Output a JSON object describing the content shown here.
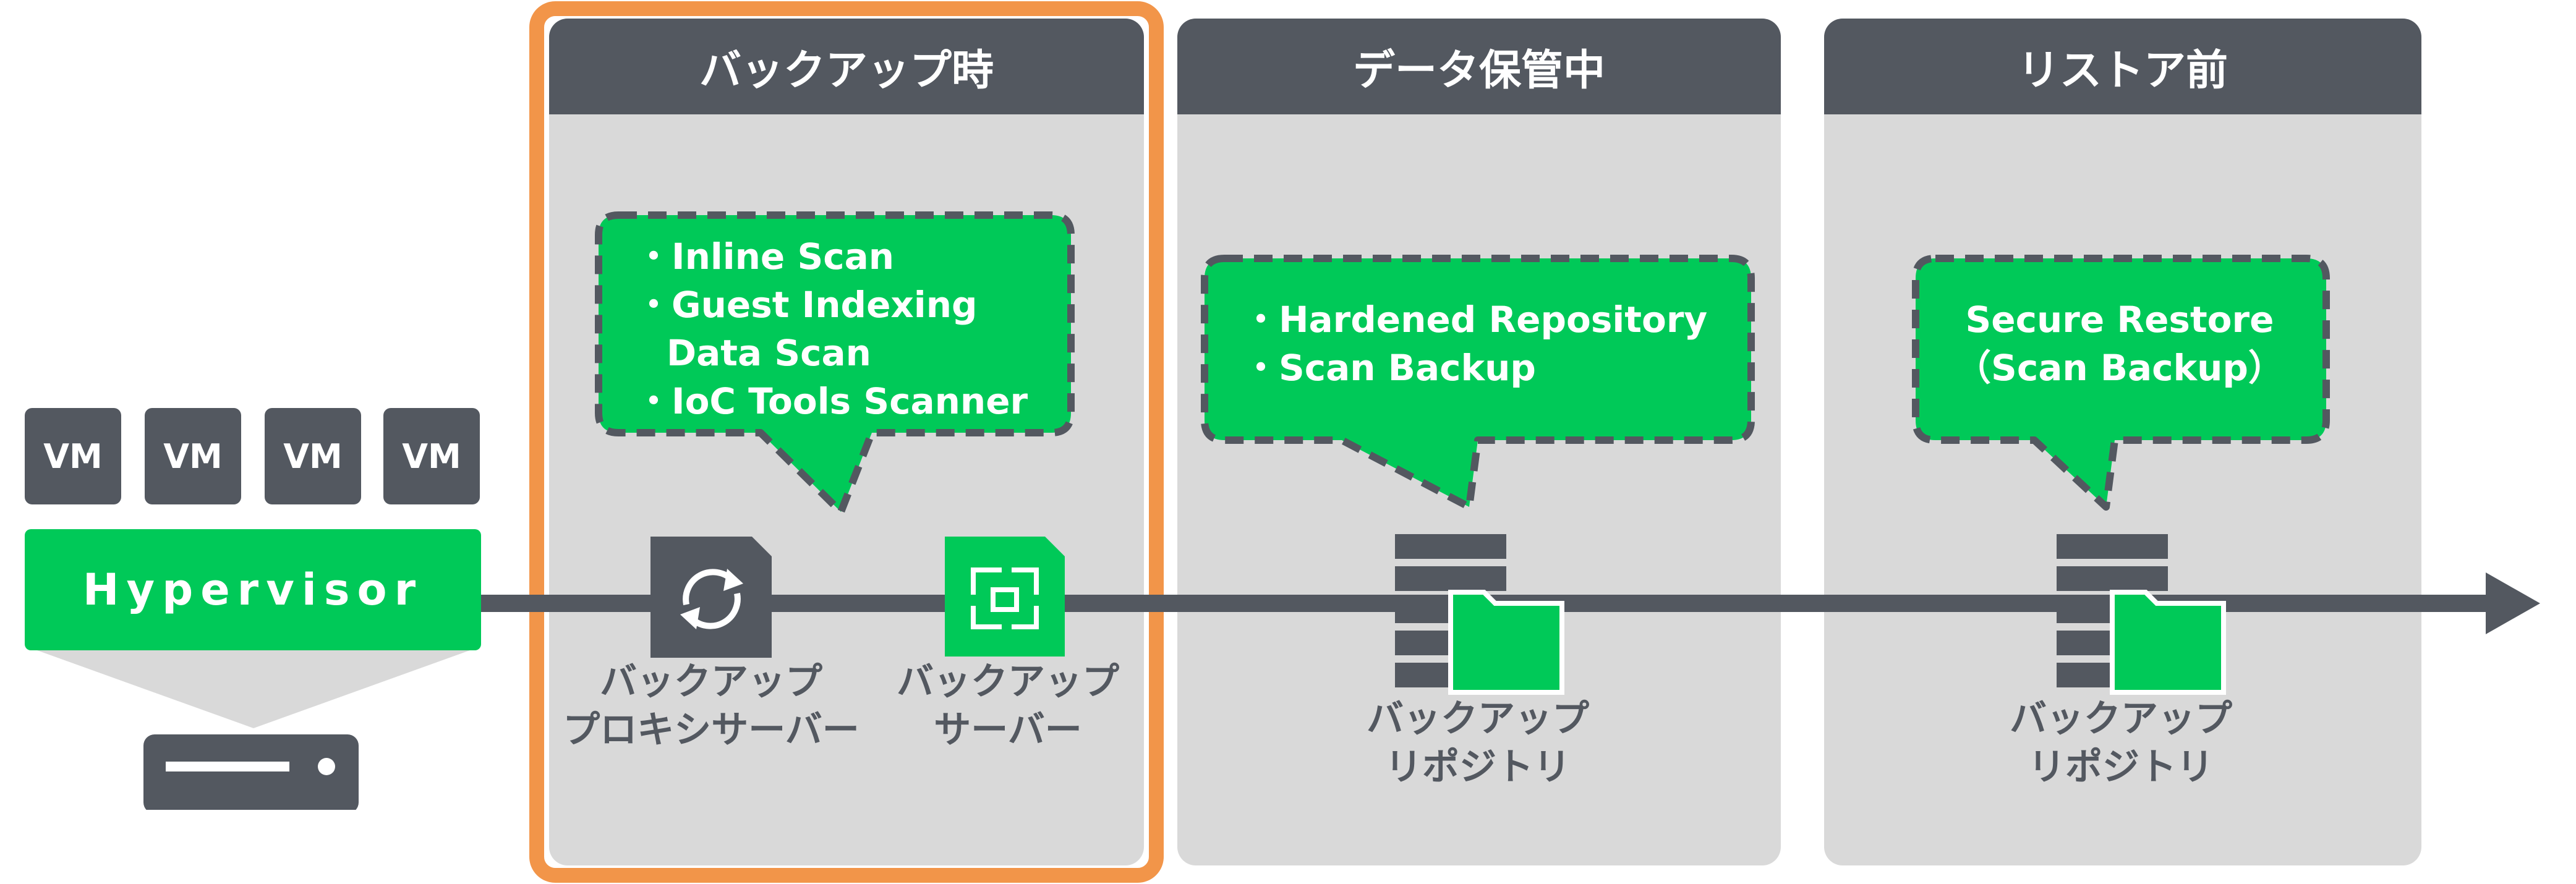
{
  "colors": {
    "panel_bg": "#d9d9d9",
    "header_bg": "#535860",
    "accent_green": "#00c958",
    "highlight_orange": "#f29549",
    "bubble_border": "#535860"
  },
  "left": {
    "vms": [
      "VM",
      "VM",
      "VM",
      "VM"
    ],
    "hypervisor_label": "Hypervisor"
  },
  "stages": [
    {
      "title": "バックアップ時",
      "highlighted": true,
      "bubble": {
        "items": [
          "・Inline Scan",
          "・Guest Indexing",
          "Data Scan",
          "・IoC Tools Scanner"
        ]
      },
      "components": [
        {
          "icon": "refresh-icon",
          "label_line1": "バックアップ",
          "label_line2": "プロキシサーバー"
        },
        {
          "icon": "backup-server-icon",
          "label_line1": "バックアップ",
          "label_line2": "サーバー"
        }
      ]
    },
    {
      "title": "データ保管中",
      "highlighted": false,
      "bubble": {
        "items": [
          "・Hardened Repository",
          "・Scan Backup"
        ]
      },
      "components": [
        {
          "icon": "repository-icon",
          "label_line1": "バックアップ",
          "label_line2": "リポジトリ"
        }
      ]
    },
    {
      "title": "リストア前",
      "highlighted": false,
      "bubble": {
        "items": [
          "Secure Restore",
          "（Scan Backup）"
        ]
      },
      "components": [
        {
          "icon": "repository-icon",
          "label_line1": "バックアップ",
          "label_line2": "リポジトリ"
        }
      ]
    }
  ]
}
